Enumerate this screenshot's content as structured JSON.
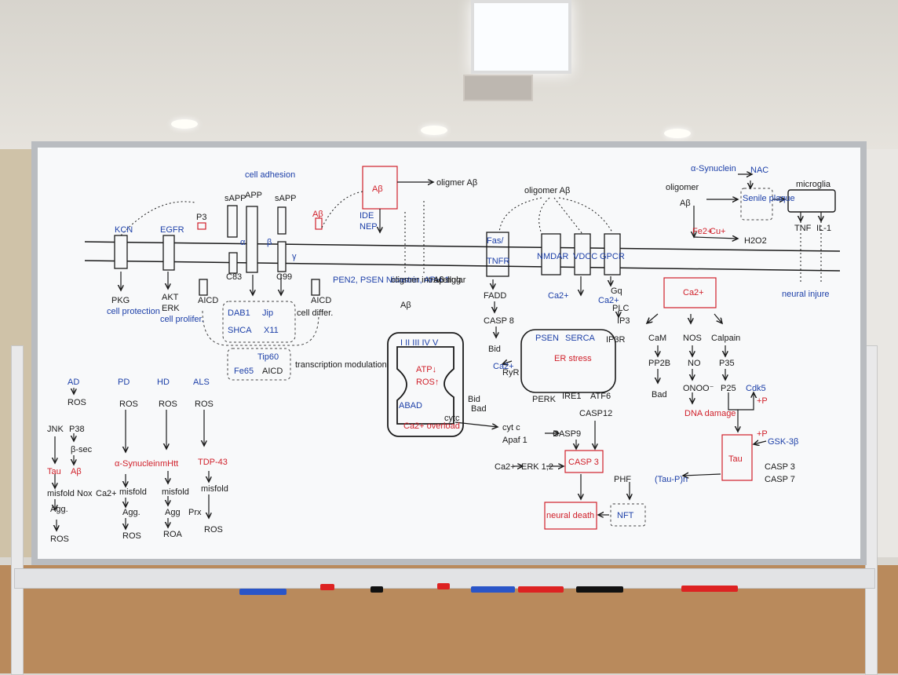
{
  "colors": {
    "black": "#1a1a1a",
    "blue": "#1c3fa8",
    "red": "#d0202a",
    "board": "#f8f9fa"
  },
  "membrane": {
    "kcn": "KCN",
    "egfr": "EGFR",
    "p3": "P3",
    "sappa": "sAPP",
    "sappa_sub": "α",
    "app": "APP",
    "sappb": "sAPP",
    "sappb_sub": "β",
    "cell_adhesion": "cell adhesion",
    "ab_small": "Aβ",
    "alpha": "α",
    "beta": "β",
    "gamma": "γ",
    "c83": "C83",
    "c99": "C99",
    "aicd1": "AICD",
    "aicd2": "AICD",
    "psen_note": "PEN2, PSEN Nicastrin, APH-1",
    "pkg": "PKG",
    "cell_protection": "cell protection",
    "akt": "AKT",
    "erk": "ERK",
    "cell_prolifer": "cell prolifer.",
    "dab1": "DAB1",
    "jip": "Jip",
    "shca": "SHCA",
    "x11": "X11",
    "cell_differ": "cell differ.",
    "tip60": "Tip60",
    "fe65": "Fe65",
    "aicd3": "AICD",
    "transcription": "transcription modulation"
  },
  "abeta_center": {
    "ab": "Aβ",
    "oligomer": "oligmer Aβ",
    "ide": "IDE",
    "nep": "NEP",
    "oligomer_intra": "oligmer intracellular",
    "ab_intra": "Aβ",
    "ab_agg": "Aβ agg."
  },
  "mito": {
    "complexes": "I II III IV V",
    "atp": "ATP↓",
    "ros": "ROS↑",
    "abad": "ABAD",
    "ca_overload": "Ca2+ overload",
    "cytc": "cytc",
    "bid": "Bid",
    "bad": "Bad"
  },
  "receptors": {
    "oligomer": "oligomer Aβ",
    "fas": "Fas/",
    "tnfr": "TNFR",
    "nmdar": "NMDAR",
    "vdcc": "VDCC",
    "gpcr": "GPCR",
    "fadd": "FADD",
    "casp8": "CASP 8",
    "bid": "Bid",
    "ca": "Ca2+",
    "ca_small": "Ca2+",
    "gq": "Gq",
    "plc": "PLC",
    "ip3": "IP3",
    "ip3r": "IP3R"
  },
  "er": {
    "psen": "PSEN",
    "serca": "SERCA",
    "er_stress": "ER stress",
    "ryr": "RyR",
    "perk": "PERK",
    "ire1": "IRE1",
    "atf6": "ATF6",
    "ca": "Ca2+",
    "casp12": "CASP12",
    "cytc": "cyt c",
    "apaf1": "Apaf 1",
    "casp9": "CASP9",
    "casp3": "CASP 3",
    "ca_erk": "Ca2+",
    "erk": "ERK 1,2",
    "neural_death": "neural death"
  },
  "right": {
    "syn": "α-Synuclein",
    "nac": "NAC",
    "oligomer": "oligomer",
    "ab": "Aβ",
    "senile": "Senile plaque",
    "microglia": "microglia",
    "tnf": "TNF",
    "il1": "IL-1",
    "fe": "Fe2+",
    "cu": "Cu+",
    "h2o2": "H2O2",
    "neural_injure": "neural injure",
    "ca2": "Ca2+",
    "cam": "CaM",
    "nos": "NOS",
    "calpain": "Calpain",
    "pp2b": "PP2B",
    "no": "NO",
    "p35": "P35",
    "bad": "Bad",
    "onoo": "ONOO⁻",
    "p25": "P25",
    "cdk5": "Cdk5",
    "p1": "+P",
    "dna": "DNA damage",
    "tau": "Tau",
    "gsk": "GSK-3β",
    "p2": "+P",
    "casp3": "CASP 3",
    "casp7": "CASP 7",
    "tau_p": "(Tau-P)n",
    "phf": "PHF",
    "nft": "NFT"
  },
  "diseases": {
    "ad": {
      "title": "AD",
      "ros": "ROS",
      "jnk": "JNK",
      "p38": "P38",
      "bsec": "β-sec",
      "tau": "Tau",
      "ab": "Aβ",
      "misfold": "misfold",
      "nox": "Nox",
      "ca": "Ca2+",
      "agg": "Agg.",
      "ros2": "ROS"
    },
    "pd": {
      "title": "PD",
      "ros": "ROS",
      "syn": "α-Synuclein",
      "misfold": "misfold",
      "agg": "Agg.",
      "ros2": "ROS"
    },
    "hd": {
      "title": "HD",
      "ros": "ROS",
      "mhtt": "mHtt",
      "misfold": "misfold",
      "agg": "Agg",
      "prx": "Prx",
      "roa": "ROA"
    },
    "als": {
      "title": "ALS",
      "ros": "ROS",
      "tdp": "TDP-43",
      "misfold": "misfold",
      "ros2": "ROS"
    }
  }
}
